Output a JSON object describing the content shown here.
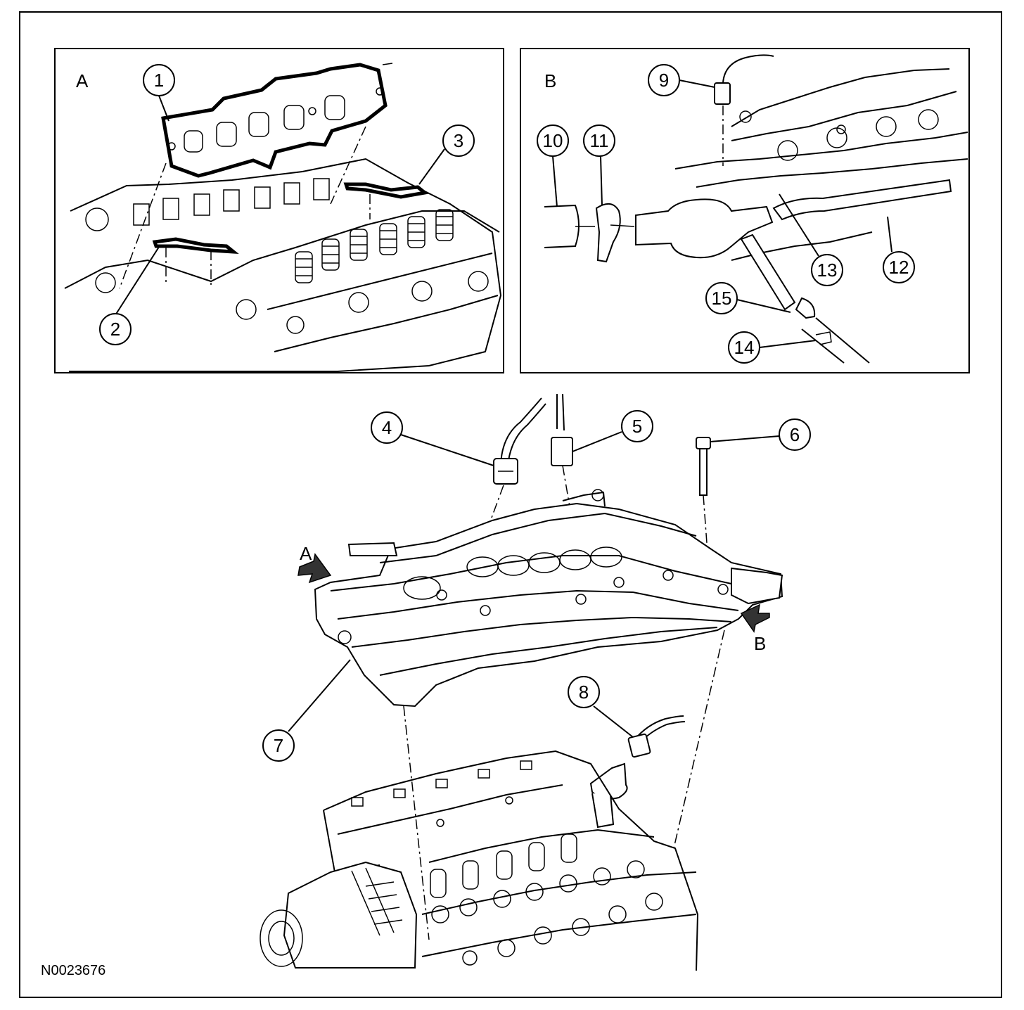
{
  "figure_id": "N0023676",
  "panels": [
    {
      "key": "A",
      "letter": "A"
    },
    {
      "key": "B",
      "letter": "B"
    }
  ],
  "view_arrows": {
    "a": "A",
    "b": "B"
  },
  "callouts": [
    "1",
    "2",
    "3",
    "4",
    "5",
    "6",
    "7",
    "8",
    "9",
    "10",
    "11",
    "12",
    "13",
    "14",
    "15"
  ]
}
